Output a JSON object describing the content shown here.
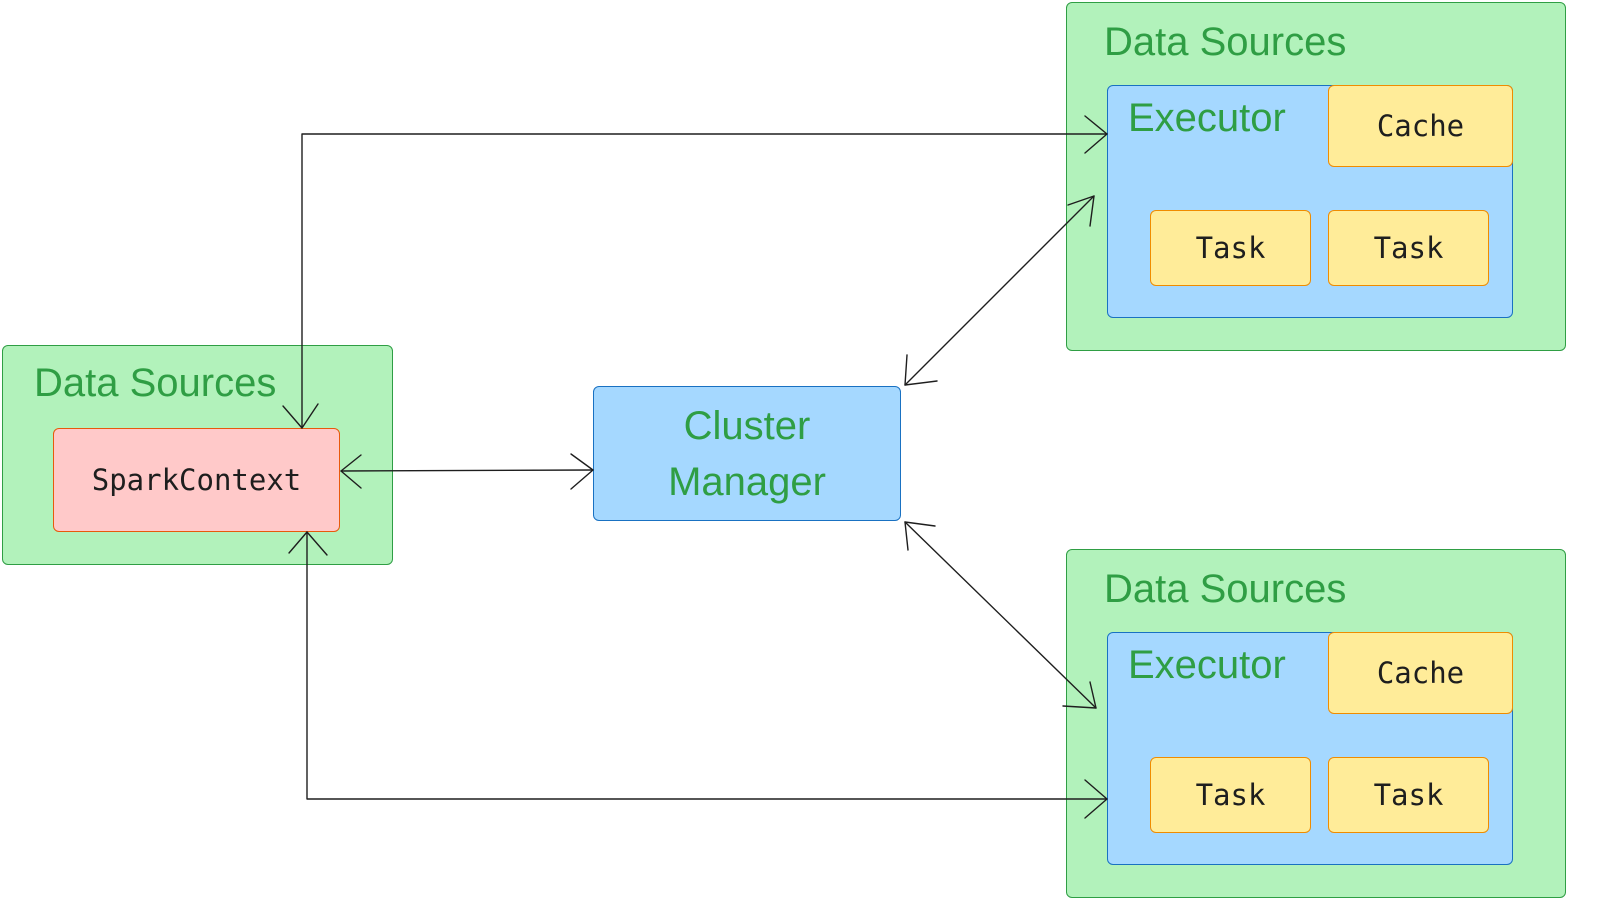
{
  "groups": {
    "driver_label": "Data Sources",
    "worker1_label": "Data Sources",
    "worker2_label": "Data Sources"
  },
  "driver": {
    "spark_context": "SparkContext"
  },
  "cluster_manager": {
    "line1": "Cluster",
    "line2": "Manager"
  },
  "worker1": {
    "executor": "Executor",
    "cache": "Cache",
    "task_a": "Task",
    "task_b": "Task"
  },
  "worker2": {
    "executor": "Executor",
    "cache": "Cache",
    "task_a": "Task",
    "task_b": "Task"
  },
  "colors": {
    "group_fill": "#b2f2bb",
    "group_text": "#2f9e44",
    "executor_fill": "#a5d8ff",
    "yellow_fill": "#ffec99",
    "spark_fill": "#ffc9c9",
    "arrow": "#1e1e1e"
  }
}
